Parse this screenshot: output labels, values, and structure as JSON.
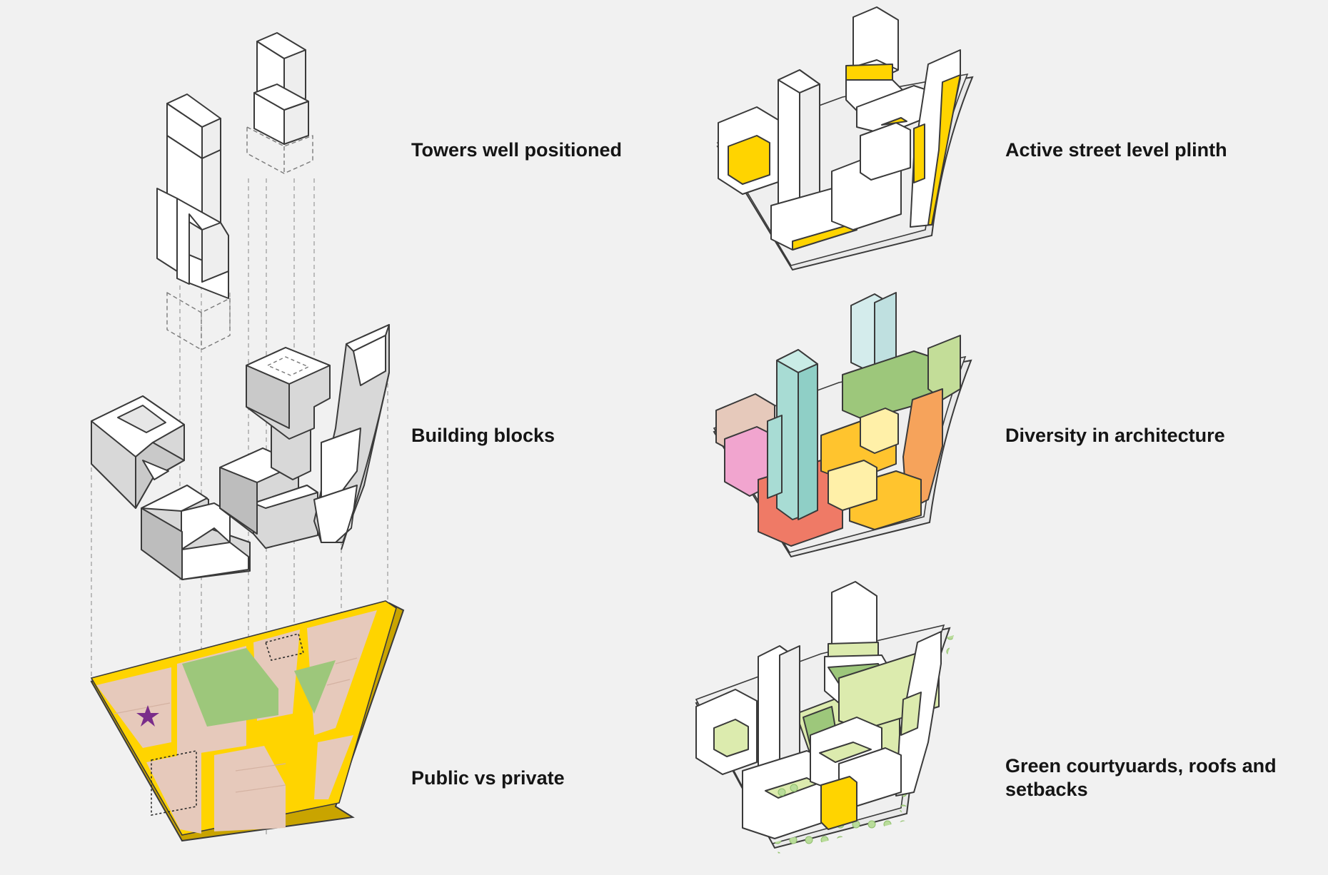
{
  "captions": {
    "towers": "Towers well positioned",
    "blocks": "Building blocks",
    "public": "Public vs private",
    "plinth": "Active street level plinth",
    "diversity": "Diversity in architecture",
    "green_line1": "Green courtyuards, roofs and",
    "green_line2": "setbacks"
  },
  "colors": {
    "background": "#f1f1f1",
    "outline": "#3a3a3a",
    "yellow": "#ffd400",
    "private_plot": "#e6c9bb",
    "green": "#9dc77b",
    "block_gray": "#d8d8d8",
    "teal": "#a8dcd4",
    "pink": "#f1a5cf",
    "red": "#ef7a66",
    "orange": "#f6a35b",
    "amber": "#ffc42e",
    "light_yellow": "#fff0a8",
    "light_green": "#dcebae",
    "purple_star": "#7a2d8a"
  }
}
